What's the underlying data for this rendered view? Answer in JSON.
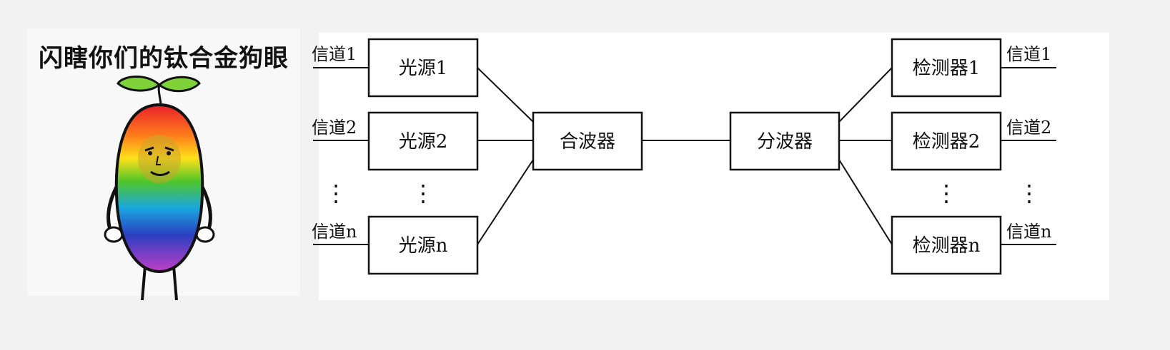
{
  "meme": {
    "caption": "闪瞎你们的钛合金狗眼",
    "image": "rainbow-bean-sprout-character"
  },
  "diagram": {
    "sources": [
      {
        "channel": "信道1",
        "box": "光源1"
      },
      {
        "channel": "信道2",
        "box": "光源2"
      },
      {
        "channel": "信道n",
        "box": "光源n"
      }
    ],
    "multiplexer": "合波器",
    "demultiplexer": "分波器",
    "detectors": [
      {
        "box": "检测器1",
        "channel": "信道1"
      },
      {
        "box": "检测器2",
        "channel": "信道2"
      },
      {
        "box": "检测器n",
        "channel": "信道n"
      }
    ],
    "ellipsis": "⋮"
  },
  "colors": {
    "line": "#111111",
    "box_fill": "#ffffff"
  }
}
